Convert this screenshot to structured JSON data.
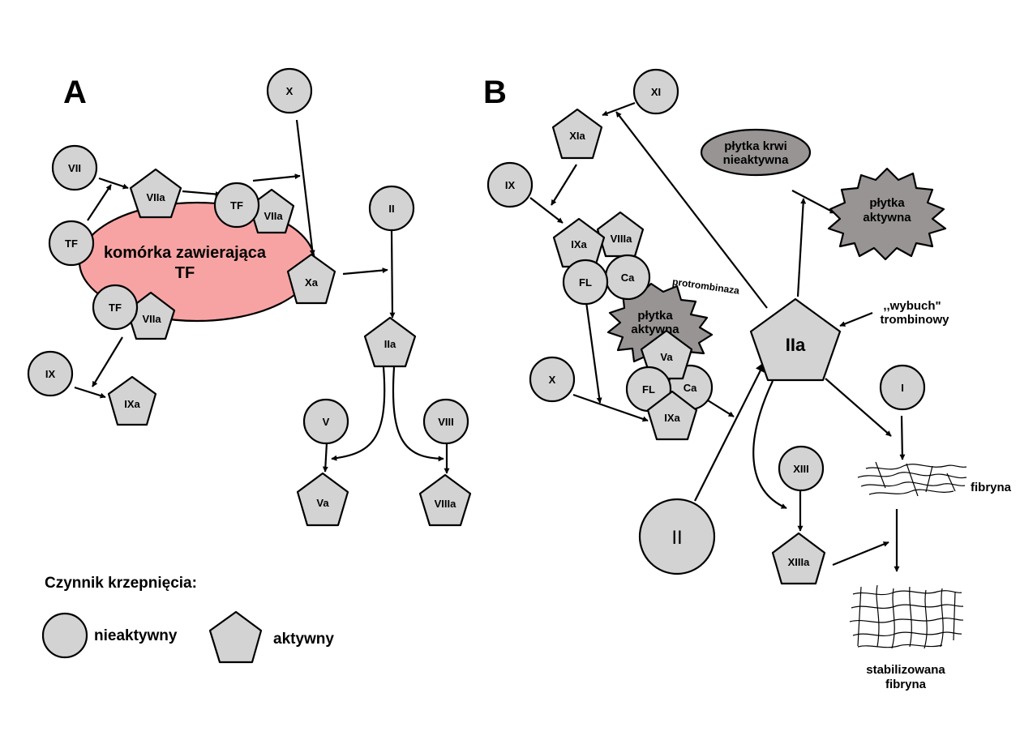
{
  "panel_a": {
    "letter": "A",
    "cell_label_line1": "komórka zawierająca",
    "cell_label_line2": "TF",
    "factors": {
      "vii": "VII",
      "tf": "TF",
      "viia": "VIIa",
      "tf2": "TF",
      "viia2": "VIIa",
      "x": "X",
      "xa": "Xa",
      "ii": "II",
      "tf3": "TF",
      "viia3": "VIIa",
      "ix": "IX",
      "ixa": "IXa",
      "iia": "IIa",
      "v": "V",
      "viii": "VIII",
      "va": "Va",
      "viiia": "VIIIa"
    }
  },
  "legend": {
    "title": "Czynnik krzepnięcia:",
    "inactive": "nieaktywny",
    "active": "aktywny"
  },
  "panel_b": {
    "letter": "B",
    "factors": {
      "xi": "XI",
      "xia": "XIa",
      "ix": "IX",
      "ixa": "IXa",
      "viiia": "VIIIa",
      "fl": "FL",
      "ca": "Ca",
      "x": "X",
      "va": "Va",
      "fl2": "FL",
      "ca2": "Ca",
      "ixa2": "IXa",
      "iia": "IIa",
      "ii": "II",
      "i": "I",
      "xiii": "XIII",
      "xiiia": "XIIIa"
    },
    "protrombinaza": "protrombinaza",
    "platelet_active_line1": "płytka",
    "platelet_active_line2": "aktywna",
    "platelet_inactive_line1": "płytka krwi",
    "platelet_inactive_line2": "nieaktywna",
    "platelet_active2_line1": "płytka",
    "platelet_active2_line2": "aktywna",
    "burst_line1": ",,wybuch\"",
    "burst_line2": "trombinowy",
    "fibrin": "fibryna",
    "stable_fibrin_line1": "stabilizowana",
    "stable_fibrin_line2": "fibryna"
  }
}
